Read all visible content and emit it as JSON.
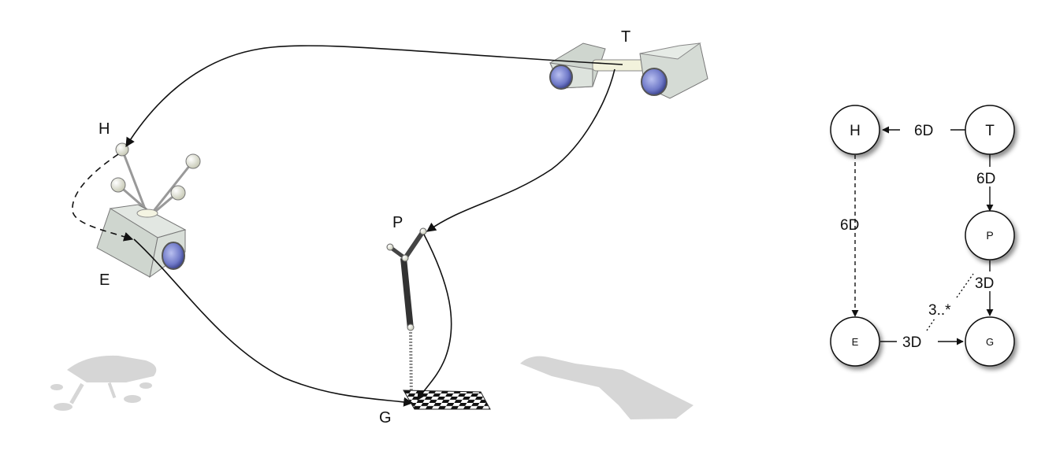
{
  "scene": {
    "labels": {
      "T": "T",
      "H": "H",
      "E": "E",
      "P": "P",
      "G": "G"
    }
  },
  "graph": {
    "nodes": {
      "H": "H",
      "T": "T",
      "P": "P",
      "E": "E",
      "G": "G"
    },
    "edges": {
      "T_H": "6D",
      "T_P": "6D",
      "H_E": "6D",
      "P_G": "3D",
      "E_G": "3D",
      "E_G_alt": "3..*"
    }
  },
  "colors": {
    "camera_body": "#d5dbd5",
    "lens": "#6f79c8",
    "shadow": "#d6d6d6",
    "stroke": "#111111"
  }
}
